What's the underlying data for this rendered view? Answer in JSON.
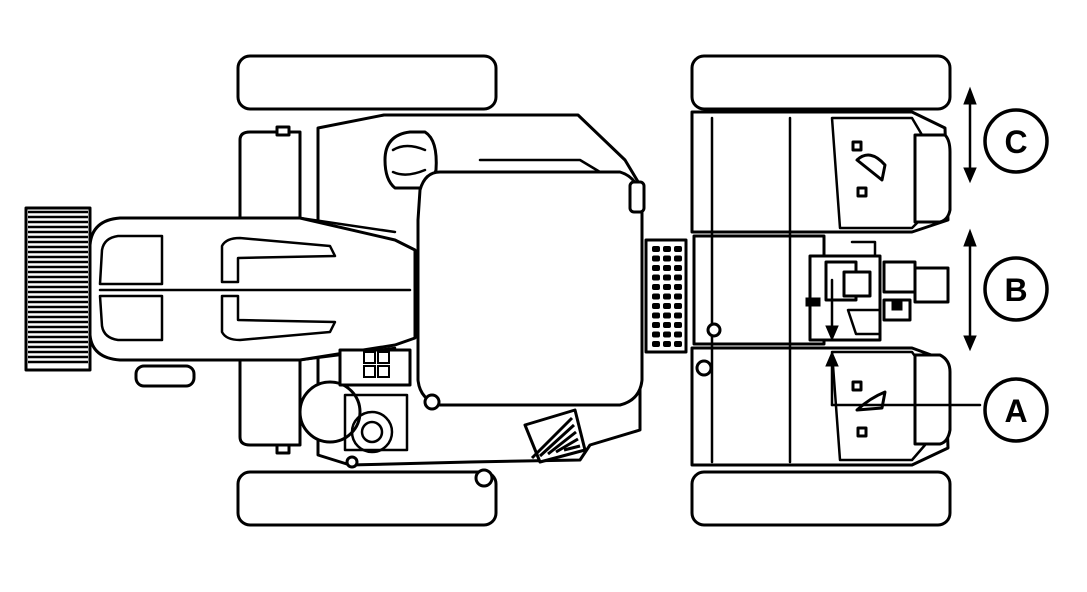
{
  "diagram": {
    "callouts": [
      {
        "id": "A",
        "label": "A"
      },
      {
        "id": "B",
        "label": "B"
      },
      {
        "id": "C",
        "label": "C"
      }
    ],
    "colors": {
      "line": "#000000",
      "fill": "#ffffff"
    }
  }
}
